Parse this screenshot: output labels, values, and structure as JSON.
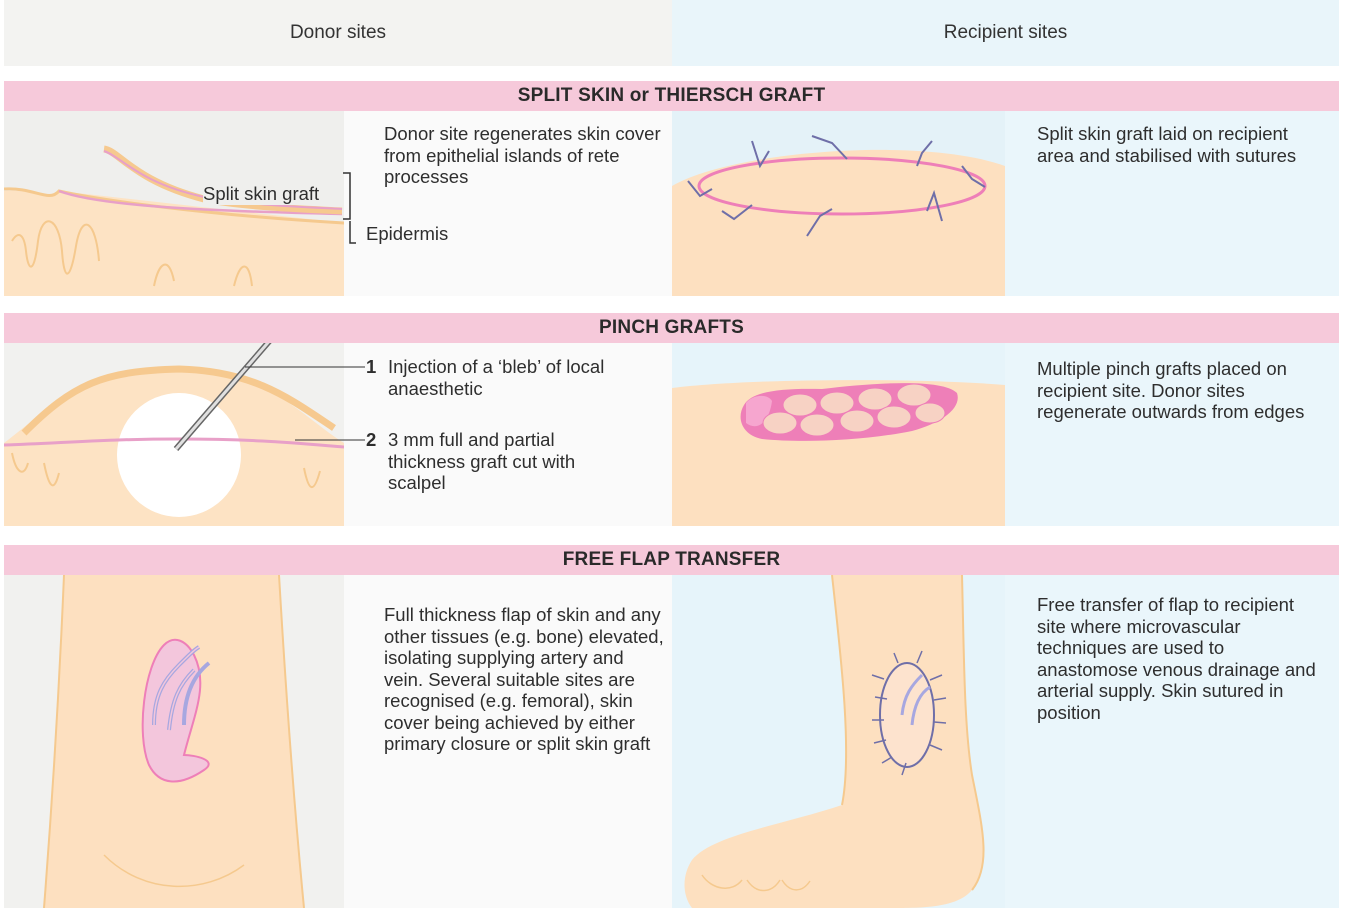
{
  "columns": {
    "donor": "Donor sites",
    "recipient": "Recipient sites"
  },
  "sections": [
    {
      "title": "SPLIT SKIN or THIERSCH GRAFT",
      "labels": {
        "graft": "Split skin graft",
        "epidermis": "Epidermis"
      },
      "donor_text": "Donor site regenerates skin cover from epithelial islands of rete processes",
      "recipient_text": "Split skin graft laid on recipient area and stabilised with sutures"
    },
    {
      "title": "PINCH GRAFTS",
      "steps": [
        {
          "num": "1",
          "text": "Injection of a ‘bleb’ of local anaesthetic"
        },
        {
          "num": "2",
          "text": "3 mm full and partial thickness graft cut with scalpel"
        }
      ],
      "recipient_text": "Multiple pinch grafts placed on recipient site. Donor sites regenerate outwards from edges"
    },
    {
      "title": "FREE FLAP TRANSFER",
      "donor_text": "Full thickness flap of skin and any other tissues (e.g. bone) elevated, isolating supplying artery and vein. Several suitable sites are recognised (e.g. femoral), skin cover being achieved by either primary closure or split skin graft",
      "recipient_text": "Free transfer of flap to recipient site where microvascular techniques are used to anastomose venous drainage and arterial supply. Skin sutured in position"
    }
  ],
  "colors": {
    "header_bar": "#f6c9da",
    "skin": "#fde0c0",
    "skin_edge": "#f5c98e",
    "graft_pink": "#ee7fb8",
    "suture": "#6f6fa8",
    "donor_bg": "#f1f1ef",
    "recipient_bg": "#e6f4fa"
  }
}
